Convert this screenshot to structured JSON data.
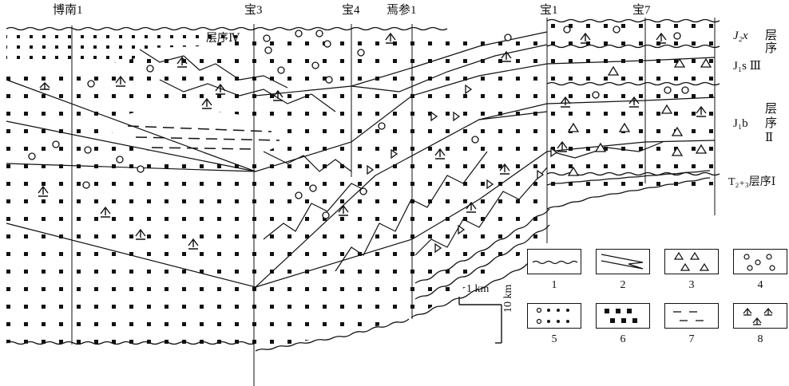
{
  "wells": [
    "博南1",
    "宝3",
    "宝4",
    "焉参1",
    "宝1",
    "宝7"
  ],
  "sequence_labels": {
    "iv": "层序Ⅳ",
    "j2x_formula": "J₂x",
    "j2x_sequence": "层",
    "j2x_sequence2": "序",
    "j1s": "J₁s Ⅲ",
    "j1b_formula": "J₁b",
    "j1b_seq1": "层",
    "j1b_seq2": "序",
    "j1b_seq3": "Ⅱ",
    "t": "T₂₊₃层序Ⅰ"
  },
  "scale": {
    "horizontal": "1 km",
    "vertical": "10 km"
  },
  "legend": [
    "1",
    "2",
    "3",
    "4",
    "5",
    "6",
    "7",
    "8"
  ]
}
